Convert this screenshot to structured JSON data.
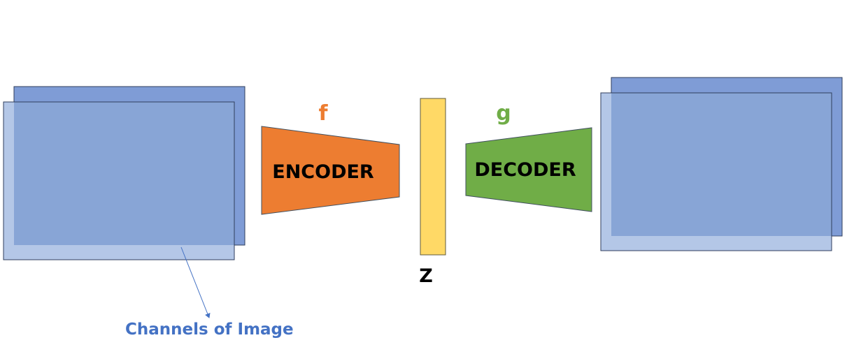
{
  "diagram": {
    "labels": {
      "encoder": "ENCODER",
      "decoder": "DECODER",
      "encoder_fn": "f",
      "decoder_fn": "g",
      "latent": "Z",
      "annotation": "Channels of Image"
    },
    "colors": {
      "channel_back": "#7F9CD6",
      "channel_front": "#8EA9D8",
      "channel_front_light": "#B4C7E7",
      "channel_stroke": "#2F3E5C",
      "encoder": "#ED7D31",
      "encoder_stroke": "#41505F",
      "decoder": "#70AD47",
      "decoder_stroke": "#41505F",
      "latent": "#FFD966",
      "latent_stroke": "#5F5A3C",
      "f_label": "#ED7D31",
      "g_label": "#70AD47",
      "annotation": "#4472C4",
      "arrow": "#4472C4",
      "text": "#000000"
    }
  }
}
